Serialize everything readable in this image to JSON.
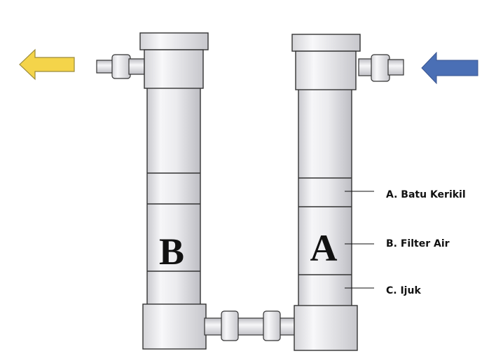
{
  "diagram": {
    "columns": {
      "left": {
        "letter": "B"
      },
      "right": {
        "letter": "A"
      }
    },
    "labels": [
      {
        "id": "a",
        "text": "A. Batu Kerikil"
      },
      {
        "id": "b",
        "text": "B. Filter Air"
      },
      {
        "id": "c",
        "text": "C. Ijuk"
      }
    ],
    "arrows": {
      "outflow": {
        "icon": "arrow-left-icon",
        "color": "#f4d44a"
      },
      "inflow": {
        "icon": "arrow-left-icon",
        "color": "#4a6fb5"
      }
    },
    "colors": {
      "pipe_light": "#f3f3f5",
      "pipe_mid": "#d9d9de",
      "outline": "#333333"
    }
  }
}
